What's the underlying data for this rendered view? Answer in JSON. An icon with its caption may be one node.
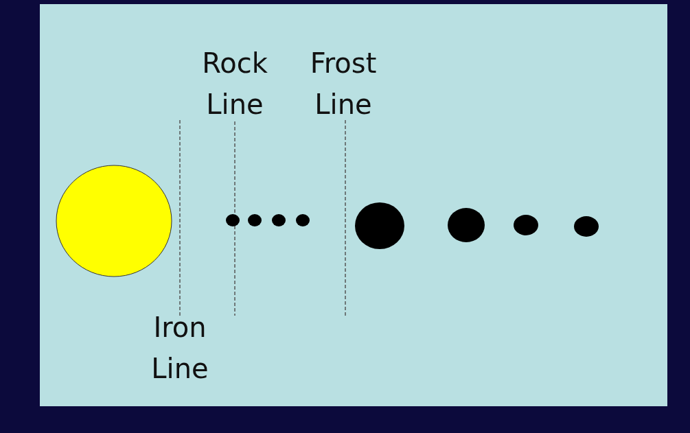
{
  "diagram": {
    "labels": [
      "Rock Line",
      "Frost Line",
      "Iron Line"
    ]
  }
}
